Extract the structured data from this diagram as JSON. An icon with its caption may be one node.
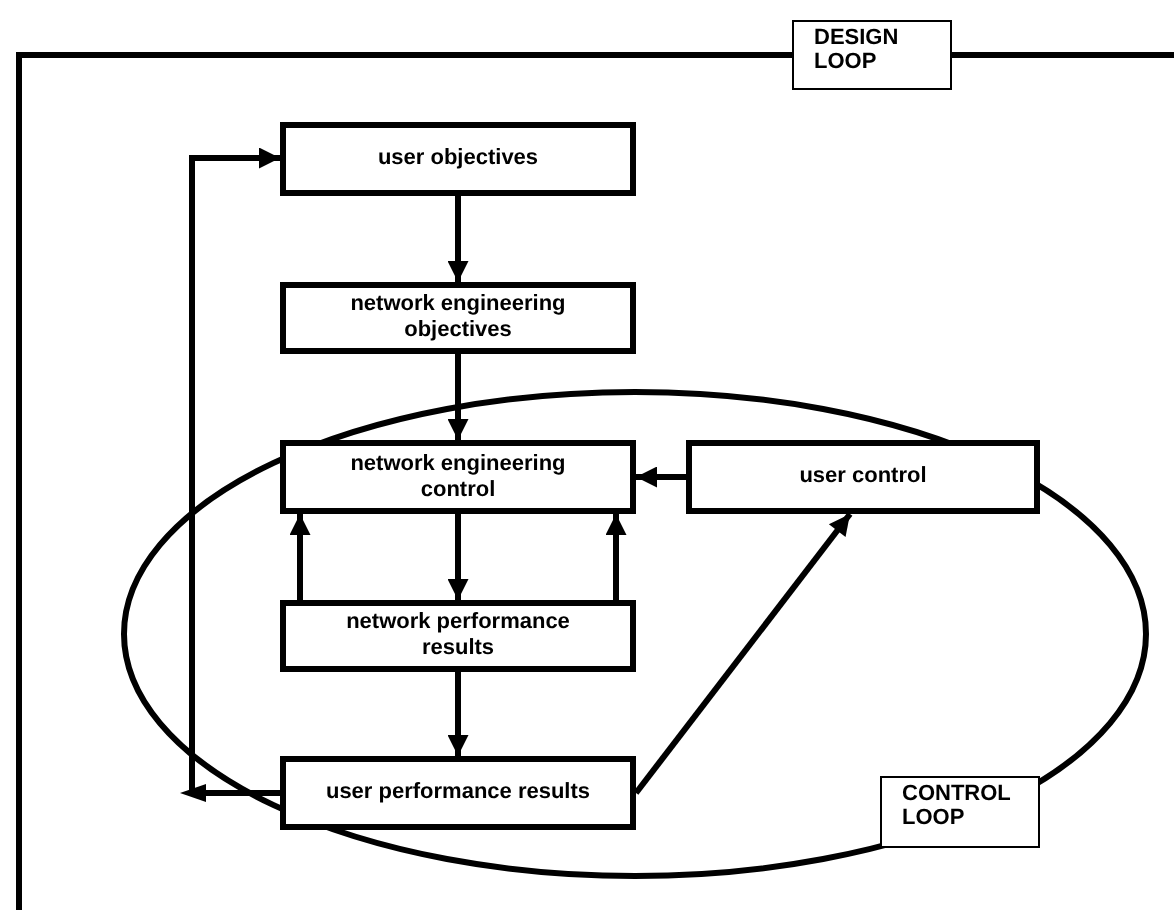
{
  "diagram": {
    "nodes": [
      {
        "text": [
          "user objectives"
        ]
      },
      {
        "text": [
          "network engineering objectives"
        ]
      },
      {
        "text": [
          "network engineering control"
        ]
      },
      {
        "text": [
          "user control"
        ]
      },
      {
        "text": [
          "network performance results"
        ]
      },
      {
        "text": [
          "user performance results"
        ]
      }
    ],
    "edges": [
      {
        "from": 0,
        "to": 1,
        "arrow": "to"
      },
      {
        "from": 1,
        "to": 2,
        "arrow": "to"
      },
      {
        "from": 2,
        "to": 4,
        "arrow": "to"
      },
      {
        "from": 4,
        "to": 2,
        "arrow": "to"
      },
      {
        "from": 4,
        "to": 2,
        "arrow": "to"
      },
      {
        "from": 3,
        "to": 2,
        "arrow": "to"
      },
      {
        "from": 5,
        "to": 3,
        "arrow": "to"
      },
      {
        "from": 4,
        "to": 5,
        "arrow": "to"
      },
      {
        "from": 5,
        "to": 0,
        "arrow": "to"
      }
    ],
    "labels": [
      "DESIGN LOOP",
      "CONTROL LOOP"
    ]
  }
}
